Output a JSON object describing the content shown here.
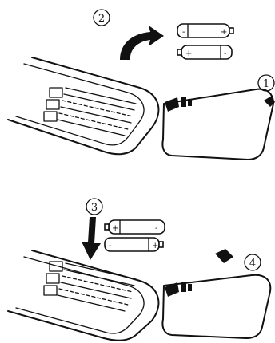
{
  "steps": [
    {
      "number": "1"
    },
    {
      "number": "2"
    },
    {
      "number": "3"
    },
    {
      "number": "4"
    }
  ],
  "icons": {
    "curved_arrow": "curved-arrow-icon",
    "push_arrow": "push-arrow-icon",
    "down_arrow": "down-arrow-icon"
  }
}
